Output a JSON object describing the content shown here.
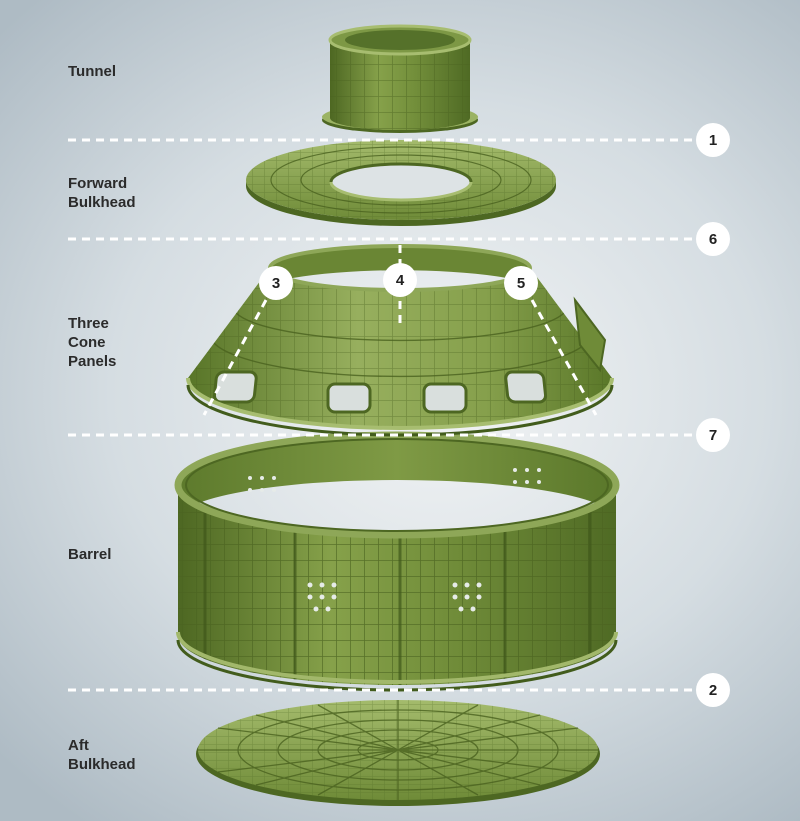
{
  "labels": {
    "tunnel": "Tunnel",
    "forward_bulkhead": "Forward\nBulkhead",
    "three_cone_panels": "Three\nCone\nPanels",
    "barrel": "Barrel",
    "aft_bulkhead": "Aft\nBulkhead"
  },
  "weld_numbers": {
    "w1": "1",
    "w2": "2",
    "w3": "3",
    "w4": "4",
    "w5": "5",
    "w6": "6",
    "w7": "7"
  },
  "colors": {
    "component_green": "#6d8a36",
    "component_dark": "#4d6722",
    "component_light": "#9bb363",
    "dashed_line": "#ffffff",
    "badge_fill": "#ffffff",
    "label_text": "#2b2b2b"
  }
}
